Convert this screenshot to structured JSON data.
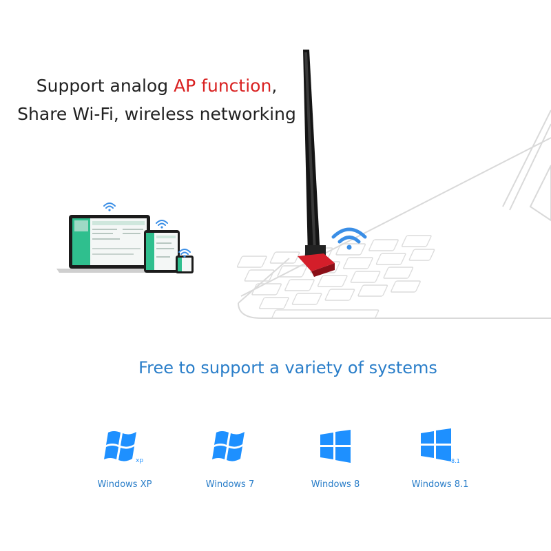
{
  "headline": {
    "line1_prefix": "Support analog ",
    "line1_highlight": "AP function",
    "line1_suffix": ",",
    "line2": "Share Wi-Fi, wireless networking"
  },
  "systems": {
    "title": "Free to support a variety of systems",
    "items": [
      {
        "label": "Windows XP",
        "badge": "xp",
        "icon": "windows-xp-logo-icon"
      },
      {
        "label": "Windows 7",
        "badge": "",
        "icon": "windows-7-logo-icon"
      },
      {
        "label": "Windows 8",
        "badge": "",
        "icon": "windows-8-logo-icon"
      },
      {
        "label": "Windows 8.1",
        "badge": "8.1",
        "icon": "windows-8-1-logo-icon"
      }
    ]
  },
  "colors": {
    "highlight_red": "#d92020",
    "accent_blue": "#2a7ec9",
    "logo_blue": "#1e90ff",
    "wifi_blue": "#3a8ee6"
  }
}
